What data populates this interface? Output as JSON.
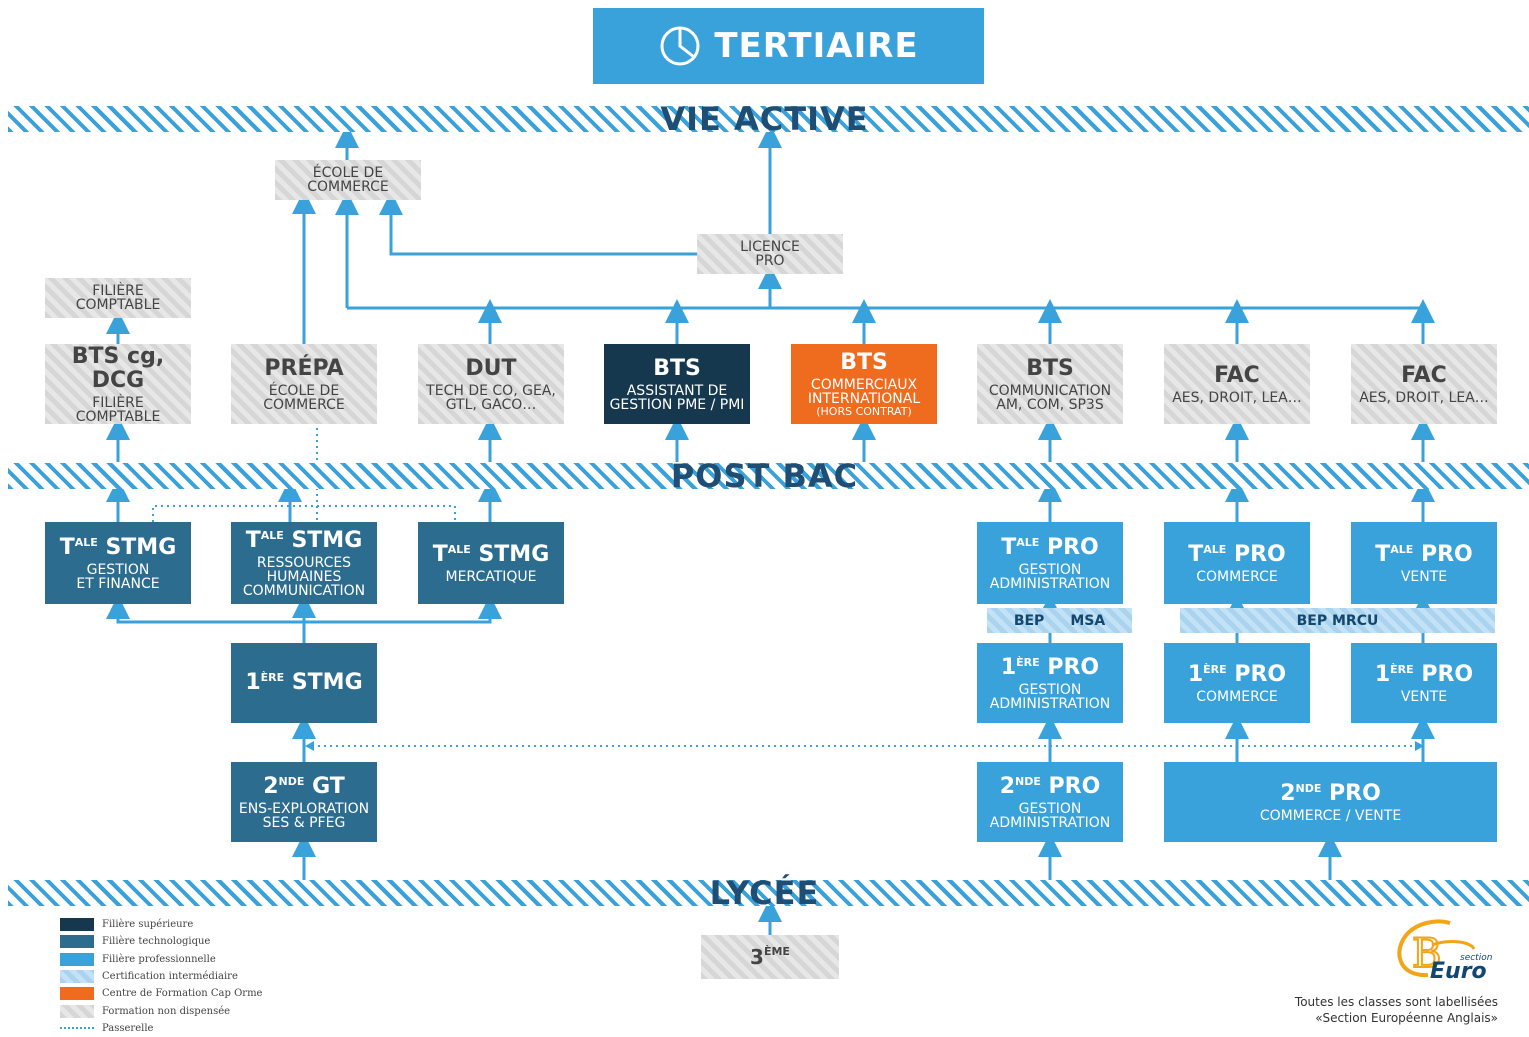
{
  "title": {
    "label": "TERTIAIRE",
    "icon": "pie-chart-icon"
  },
  "bands": {
    "top": "VIE ACTIVE",
    "middle": "POST BAC",
    "bottom": "LYCÉE"
  },
  "colors": {
    "superieure": "#16384e",
    "technologique": "#2c6d8f",
    "professionnelle": "#3aa2db",
    "cap_orme": "#ef6c1f",
    "band": "#3aa2db"
  },
  "top_boxes": {
    "ecole_commerce": "ÉCOLE DE\nCOMMERCE",
    "licence_pro": "LICENCE\nPRO",
    "filiere_comptable": "FILIÈRE\nCOMPTABLE"
  },
  "postbac": [
    {
      "head": "BTS cg, DCG",
      "sub": "FILIÈRE\nCOMPTABLE"
    },
    {
      "head": "PRÉPA",
      "sub": "ÉCOLE DE\nCOMMERCE"
    },
    {
      "head": "DUT",
      "sub": "TECH DE CO, GEA,\nGTL, GACO…"
    },
    {
      "head": "BTS",
      "sub": "ASSISTANT DE\nGESTION PME / PMI"
    },
    {
      "head": "BTS",
      "sub": "COMMERCIAUX\nINTERNATIONAL",
      "note": "(HORS CONTRAT)"
    },
    {
      "head": "BTS",
      "sub": "COMMUNICATION\nAM, COM, SP3S"
    },
    {
      "head": "FAC",
      "sub": "AES, DROIT, LEA…"
    },
    {
      "head": "FAC",
      "sub": "AES, DROIT, LEA…"
    }
  ],
  "terminale": {
    "sup": "ALE",
    "stmg": [
      {
        "t": "T",
        "main": "STMG",
        "sub": "GESTION\nET FINANCE"
      },
      {
        "t": "T",
        "main": "STMG",
        "sub": "RESSOURCES\nHUMAINES\nCOMMUNICATION"
      },
      {
        "t": "T",
        "main": "STMG",
        "sub": "MERCATIQUE"
      }
    ],
    "pro": [
      {
        "t": "T",
        "main": "PRO",
        "sub": "GESTION\nADMINISTRATION"
      },
      {
        "t": "T",
        "main": "PRO",
        "sub": "COMMERCE"
      },
      {
        "t": "T",
        "main": "PRO",
        "sub": "VENTE"
      }
    ]
  },
  "bep": {
    "left_a": "BEP",
    "left_b": "MSA",
    "right": "BEP MRCU"
  },
  "premiere": {
    "sup": "ÈRE",
    "stmg": {
      "n": "1",
      "main": "STMG"
    },
    "pro": [
      {
        "n": "1",
        "main": "PRO",
        "sub": "GESTION\nADMINISTRATION"
      },
      {
        "n": "1",
        "main": "PRO",
        "sub": "COMMERCE"
      },
      {
        "n": "1",
        "main": "PRO",
        "sub": "VENTE"
      }
    ]
  },
  "seconde": {
    "sup": "NDE",
    "gt": {
      "n": "2",
      "main": "GT",
      "sub": "ENS-EXPLORATION\nSES & PFEG"
    },
    "pro": [
      {
        "n": "2",
        "main": "PRO",
        "sub": "GESTION\nADMINISTRATION"
      },
      {
        "n": "2",
        "main": "PRO",
        "sub": "COMMERCE / VENTE"
      }
    ]
  },
  "troisieme": {
    "n": "3",
    "sup": "ÈME"
  },
  "legend": [
    {
      "label": "Filière supérieure",
      "swatch": "navy"
    },
    {
      "label": "Filière technologique",
      "swatch": "tech"
    },
    {
      "label": "Filière professionnelle",
      "swatch": "pro"
    },
    {
      "label": "Certification intermédiaire",
      "swatch": "light"
    },
    {
      "label": "Centre de Formation Cap Orme",
      "swatch": "orange"
    },
    {
      "label": "Formation non dispensée",
      "swatch": "grey"
    },
    {
      "label": "Passerelle",
      "swatch": "dotted"
    }
  ],
  "logo": {
    "word": "Euro",
    "small": "section",
    "letter": "B"
  },
  "footnote": {
    "line1": "Toutes les classes sont labellisées",
    "line2": "«Section Européenne Anglais»"
  }
}
